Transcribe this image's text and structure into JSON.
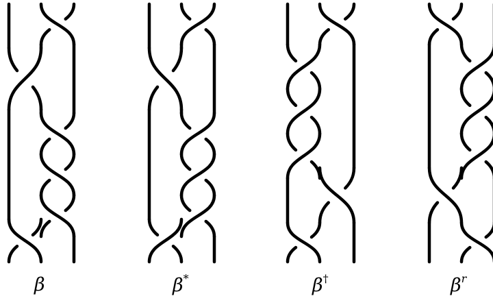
{
  "diagrams": [
    {
      "symbol": "β",
      "superscript": ""
    },
    {
      "symbol": "β",
      "superscript": "*"
    },
    {
      "symbol": "β",
      "superscript": "†"
    },
    {
      "symbol": "β",
      "superscript": "r"
    }
  ]
}
